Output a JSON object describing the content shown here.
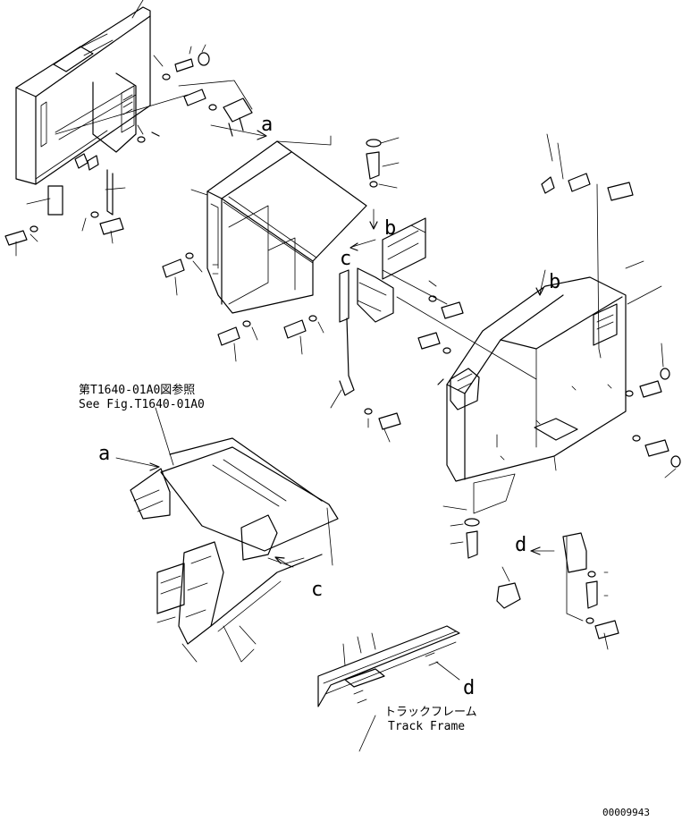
{
  "callouts": {
    "a_top": "a",
    "b_top": "b",
    "c_top": "c",
    "b_right": "b",
    "a_left": "a",
    "c_frame": "c",
    "d_bracket": "d",
    "d_frame": "d"
  },
  "reference_note": {
    "line1": "第T1640-01A0図参照",
    "line2": "See Fig.T1640-01A0"
  },
  "track_frame_label": {
    "jp": "トラックフレーム",
    "en": "Track Frame"
  },
  "drawing_number": "00009943"
}
